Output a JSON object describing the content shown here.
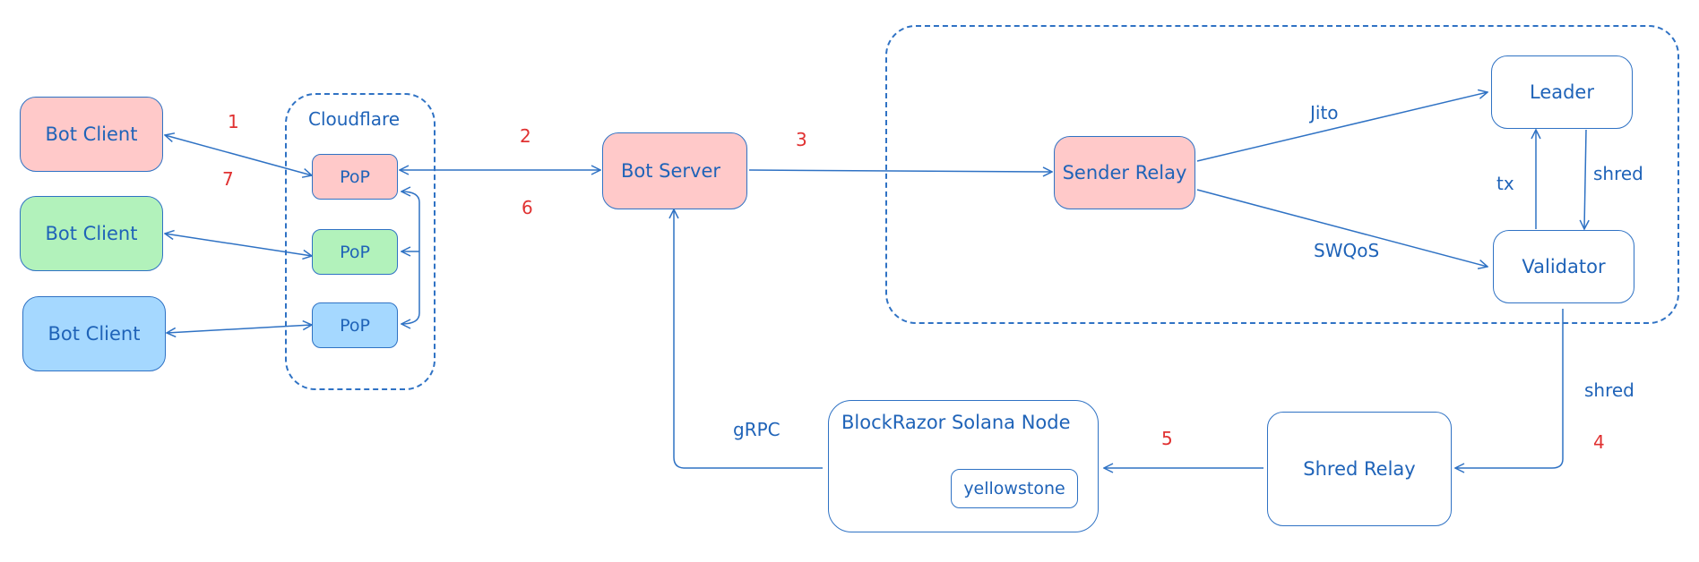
{
  "clients": [
    "Bot Client",
    "Bot Client",
    "Bot Client"
  ],
  "cloudflare": {
    "title": "Cloudflare",
    "pops": [
      "PoP",
      "PoP",
      "PoP"
    ]
  },
  "bot_server": "Bot Server",
  "sender_relay": "Sender Relay",
  "leader": "Leader",
  "validator": "Validator",
  "shred_relay": "Shred Relay",
  "node": {
    "title": "BlockRazor Solana Node",
    "plugin": "yellowstone"
  },
  "edge_labels": {
    "jito": "Jito",
    "swqos": "SWQoS",
    "tx": "tx",
    "shred_up": "shred",
    "shred_down": "shred",
    "grpc": "gRPC"
  },
  "steps": [
    "1",
    "2",
    "3",
    "4",
    "5",
    "6",
    "7"
  ],
  "colors": {
    "stroke": "#2f72c4",
    "text": "#1f63b8",
    "step": "#e03131",
    "pink": "#ffc9c9",
    "green": "#b2f2bb",
    "blue": "#a5d8ff"
  }
}
